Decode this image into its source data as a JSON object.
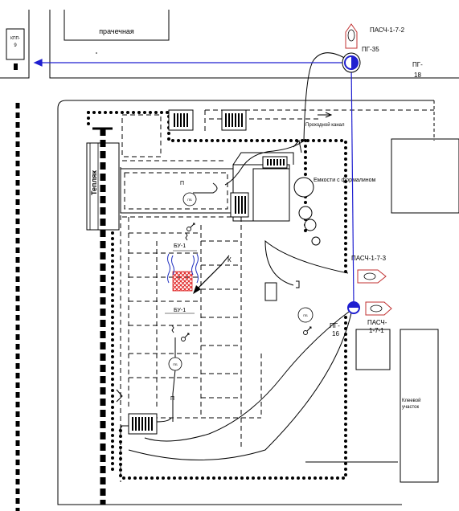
{
  "labels": {
    "laundry": "прачечная",
    "kpp": "КПП-9",
    "kpp_line1": "КПП-",
    "kpp_line2": "9",
    "warm_shed": "Тепляк",
    "pasch_172": "ПАСЧ-1-7-2",
    "pg35": "ПГ-35",
    "pg18_line1": "ПГ-",
    "pg18_line2": "18",
    "passage": "Проходной канал",
    "formalin_tanks": "Емкости с формалином",
    "pasch_173": "ПАСЧ-1-7-3",
    "pg16_line1": "ПГ-",
    "pg16_line2": "16",
    "pasch_171_line1": "ПАСЧ-",
    "pasch_171_line2": "1-7-1",
    "glue_line1": "Клеевой",
    "glue_line2": "участок",
    "bu1_upper": "БУ-1",
    "bu1_lower": "БУ-1",
    "p_upper": "П",
    "p_lower": "П",
    "k_label": "К",
    "post_upper": "ПБ",
    "post_lower": "ПБ",
    "post_right": "ПБ"
  },
  "colors": {
    "water_line": "#1f1fd0",
    "fire_zone": "#e02020",
    "heat_waves": "#2030c0",
    "engine_outline": "#c03030"
  }
}
